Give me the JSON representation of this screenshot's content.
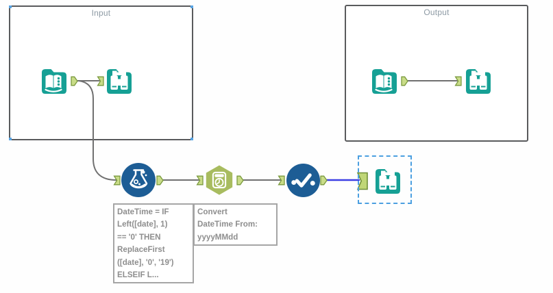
{
  "workflow": {
    "containers": [
      {
        "label": "Input",
        "selected": true
      },
      {
        "label": "Output",
        "selected": false
      }
    ],
    "tools": [
      {
        "id": "input-data-1",
        "type": "Input Data",
        "container": "Input"
      },
      {
        "id": "browse-1",
        "type": "Browse",
        "container": "Input"
      },
      {
        "id": "input-data-2",
        "type": "Input Data",
        "container": "Output"
      },
      {
        "id": "browse-2",
        "type": "Browse",
        "container": "Output"
      },
      {
        "id": "formula-1",
        "type": "Formula"
      },
      {
        "id": "datetime-1",
        "type": "DateTime"
      },
      {
        "id": "select-1",
        "type": "Select"
      },
      {
        "id": "browse-3",
        "type": "Browse",
        "selected": true
      }
    ],
    "annotations": [
      {
        "tool": "formula-1",
        "lines": [
          "DateTime = IF",
          "Left([date], 1)",
          "== '0' THEN",
          "ReplaceFirst",
          "([date], '0', '19')",
          "ELSEIF L..."
        ]
      },
      {
        "tool": "datetime-1",
        "lines": [
          "Convert",
          "DateTime From:",
          "yyyyMMdd"
        ]
      }
    ],
    "colors": {
      "tool_teal": "#16a095",
      "tool_blue": "#1d5d95",
      "tool_olive": "#a8bc5f",
      "anchor_fill": "#c9dc88",
      "anchor_border": "#7a9a3e",
      "wire": "#707070",
      "wire_selected": "#3c3fe4",
      "container_border": "#595a5c",
      "container_label": "#8d9aa4",
      "annotation_text": "#8e8e8e",
      "annotation_border": "#a5a5a5",
      "selection_accent": "#4b9fe0"
    }
  }
}
